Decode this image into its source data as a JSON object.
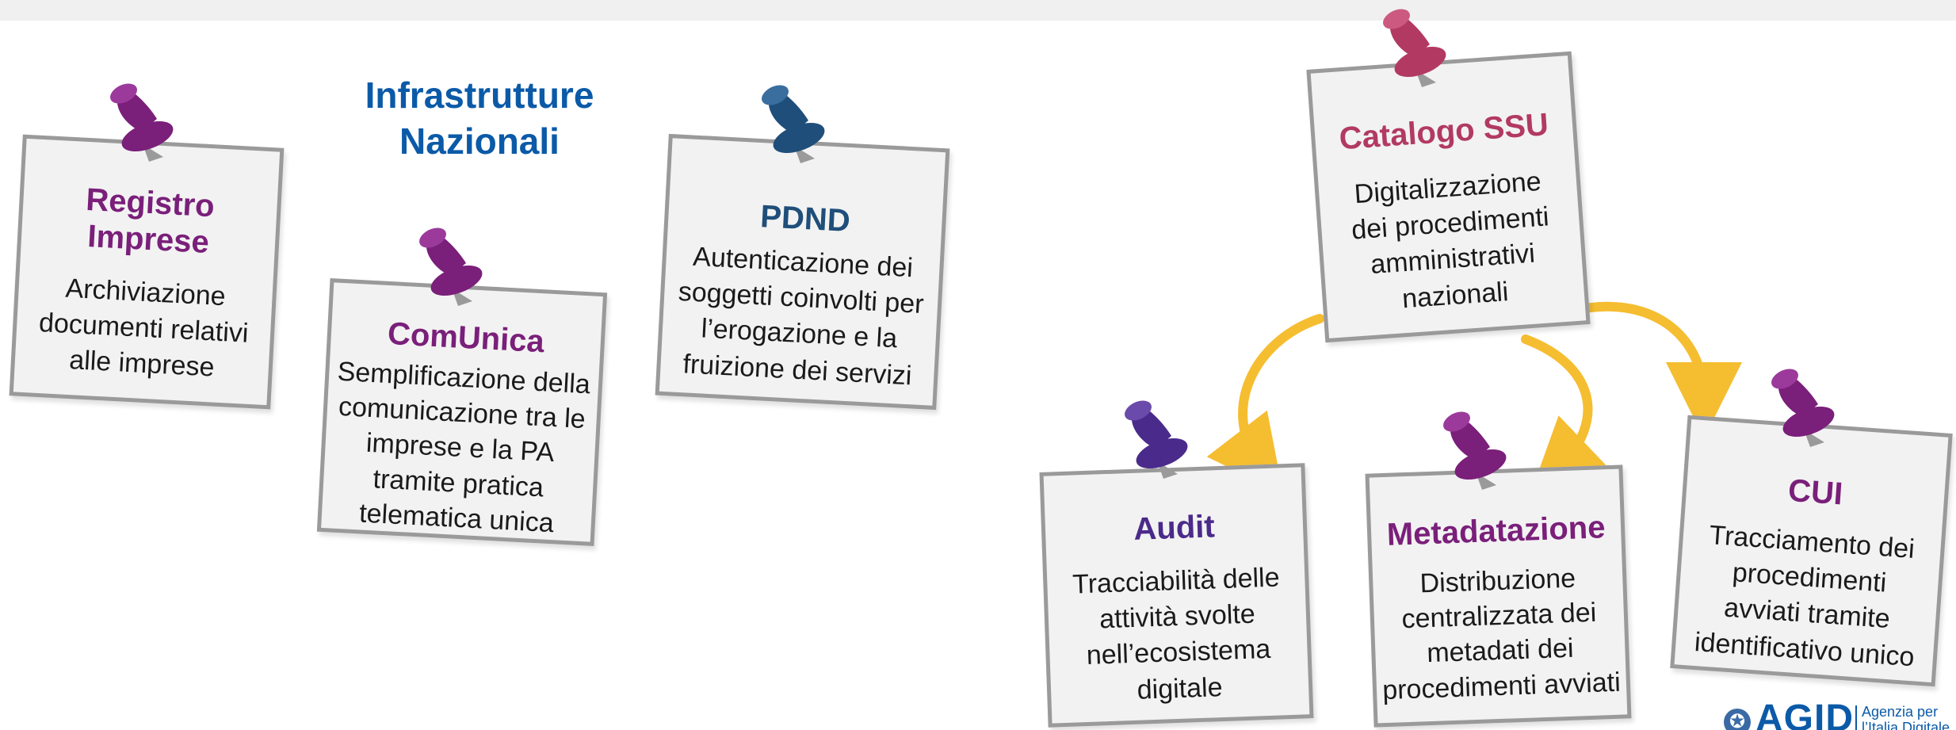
{
  "heading": {
    "line1": "Infrastrutture",
    "line2": "Nazionali"
  },
  "colors": {
    "heading": "#0b5aa8",
    "purple_pin": "#7a1f7a",
    "blue_pin": "#1f4e7a",
    "red_pin": "#b23a62",
    "violet_pin": "#4a2a8a",
    "arrow": "#f5b81f",
    "note_bg": "#f2f2f2",
    "note_border": "#9a9a9a"
  },
  "notes": [
    {
      "id": "registro",
      "title": "Registro Imprese",
      "color": "#7a1f7a",
      "pin": "purple",
      "lines": [
        "Archiviazione",
        "documenti relativi",
        "alle imprese"
      ]
    },
    {
      "id": "comunica",
      "title": "ComUnica",
      "color": "#7a1f7a",
      "pin": "purple",
      "lines": [
        "Semplificazione della",
        "comunicazione tra le",
        "imprese e la PA",
        "tramite pratica",
        "telematica unica"
      ]
    },
    {
      "id": "pdnd",
      "title": "PDND",
      "color": "#1f4e7a",
      "pin": "blue",
      "lines": [
        "Autenticazione dei",
        "soggetti coinvolti per",
        "l’erogazione e la",
        "fruizione dei servizi"
      ]
    },
    {
      "id": "catalogo",
      "title": "Catalogo SSU",
      "color": "#b23a62",
      "pin": "red",
      "lines": [
        "Digitalizzazione",
        "dei procedimenti",
        "amministrativi",
        "nazionali"
      ]
    },
    {
      "id": "audit",
      "title": "Audit",
      "color": "#4a2a8a",
      "pin": "violet",
      "lines": [
        "Tracciabilità delle",
        "attività svolte",
        "nell’ecosistema",
        "digitale"
      ]
    },
    {
      "id": "metadatazione",
      "title": "Metadatazione",
      "color": "#7a1f7a",
      "pin": "purple",
      "lines": [
        "Distribuzione",
        "centralizzata dei",
        "metadati dei",
        "procedimenti avviati"
      ]
    },
    {
      "id": "cui",
      "title": "CUI",
      "color": "#7a1f7a",
      "pin": "purple",
      "lines": [
        "Tracciamento dei",
        "procedimenti",
        "avviati tramite",
        "identificativo unico"
      ]
    }
  ],
  "connections": [
    {
      "from": "catalogo",
      "to": "audit"
    },
    {
      "from": "catalogo",
      "to": "metadatazione"
    },
    {
      "from": "catalogo",
      "to": "cui"
    }
  ],
  "logo": {
    "brand": "AGID",
    "subtitle": "Agenzia per",
    "subtitle2": "l’Italia Digitale"
  }
}
